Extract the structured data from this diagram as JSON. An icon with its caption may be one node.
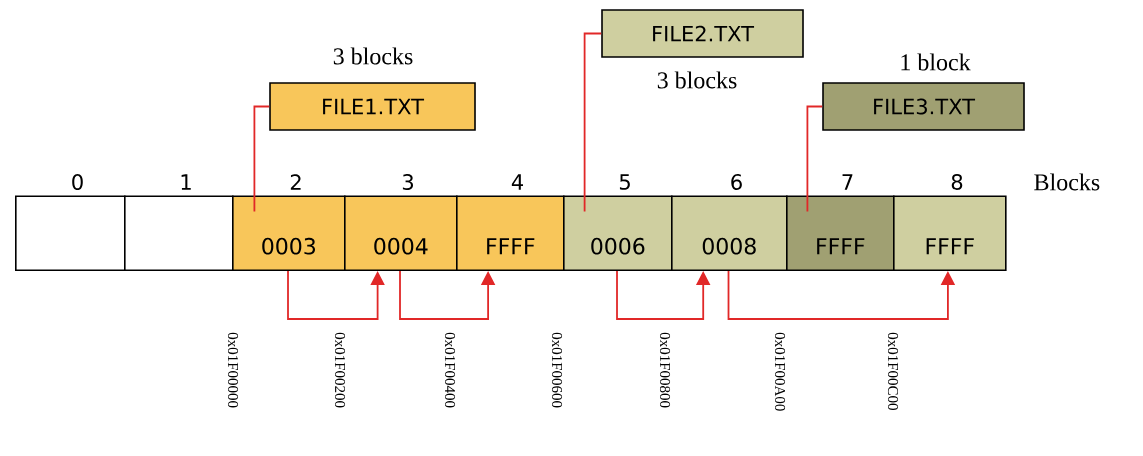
{
  "diagram": {
    "nodes": [
      {
        "text": [
          "FILE1.TXT"
        ],
        "beside": [
          "3 blocks"
        ]
      },
      {
        "text": [
          "FILE2.TXT"
        ],
        "beside": [
          "3 blocks"
        ]
      },
      {
        "text": [
          "FILE3.TXT"
        ],
        "beside": [
          "1 block"
        ]
      },
      {
        "text": [],
        "shape": "box",
        "beside": [
          "0"
        ]
      },
      {
        "text": [],
        "shape": "box",
        "beside": [
          "1"
        ]
      },
      {
        "text": [
          "0003"
        ],
        "beside": [
          "2"
        ]
      },
      {
        "text": [
          "0004"
        ],
        "beside": [
          "3"
        ]
      },
      {
        "text": [
          "FFFF"
        ],
        "beside": [
          "4"
        ]
      },
      {
        "text": [
          "0006"
        ],
        "beside": [
          "5"
        ]
      },
      {
        "text": [
          "0008"
        ],
        "beside": [
          "6"
        ]
      },
      {
        "text": [
          "FFFF"
        ],
        "beside": [
          "7"
        ]
      },
      {
        "text": [
          "FFFF"
        ],
        "beside": [
          "8"
        ]
      }
    ],
    "edges": [
      {
        "from": 0,
        "to": 5,
        "arrow": "none"
      },
      {
        "from": 1,
        "to": 8,
        "arrow": "none"
      },
      {
        "from": 2,
        "to": 10,
        "arrow": "none"
      },
      {
        "from": 5,
        "to": 6,
        "arrow": "to"
      },
      {
        "from": 6,
        "to": 7,
        "arrow": "to"
      },
      {
        "from": 8,
        "to": 9,
        "arrow": "to"
      },
      {
        "from": 9,
        "to": 11,
        "arrow": "to"
      }
    ],
    "labels": [
      "Blocks",
      "0x01F00000",
      "0x01F00200",
      "0x01F00400",
      "0x01F00600",
      "0x01F00800",
      "0x01F00A00",
      "0x01F00C00"
    ]
  }
}
